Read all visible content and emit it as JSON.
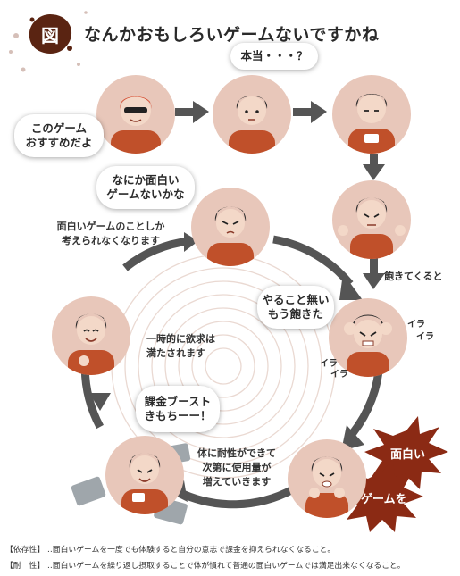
{
  "header": {
    "badge": "図",
    "title": "なんかおもしろいゲームないですかね"
  },
  "bubbles": {
    "recommend": "このゲーム\nおすすめだよ",
    "really": "本当・・・？",
    "wonder": "なにか面白い\nゲームないかな",
    "bored": "やること無い\nもう飽きた",
    "boost": "課金ブースト\nきもちーー！"
  },
  "captions": {
    "only_game": "面白いゲームのことしか\n考えられなくなります",
    "get_bored": "飽きてくると",
    "satisfied": "一時的に欲求は\n満たされます",
    "tolerance": "体に耐性ができて\n次第に使用量が\n増えていきます"
  },
  "effects": {
    "ira1": "イラ",
    "ira2": "イラ",
    "ira3": "イラ",
    "ira4": "イラ"
  },
  "bursts": {
    "top": "面白い",
    "bottom": "ゲームを"
  },
  "footnotes": [
    {
      "term": "【依存性】",
      "text": "…面白いゲームを一度でも体験すると自分の意志で課金を抑えられなくなること。"
    },
    {
      "term": "【耐　性】",
      "text": "…面白いゲームを繰り返し摂取することで体が慣れて普通の面白いゲームでは満足出来なくなること。"
    }
  ],
  "colors": {
    "accent": "#5a2412",
    "circle": "#e8c7ba",
    "arrow": "#555555",
    "shirt": "#c0502a",
    "hair": "#2a2a2a",
    "burst": "#8b2a14"
  }
}
